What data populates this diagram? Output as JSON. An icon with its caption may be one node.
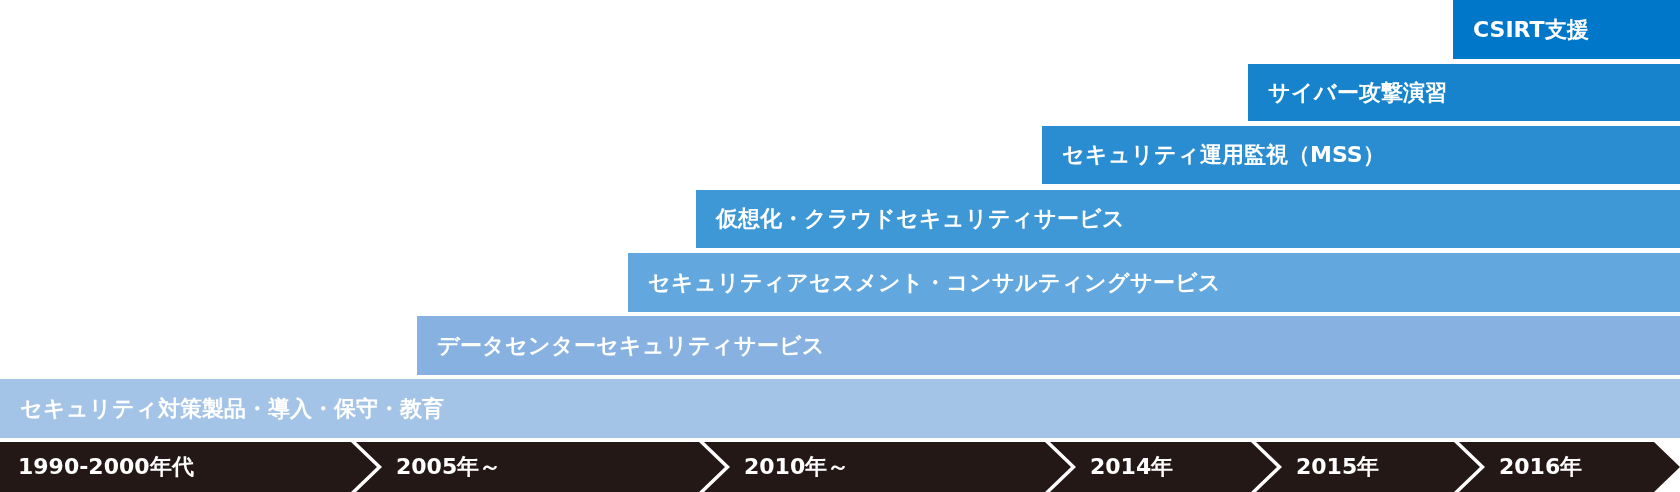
{
  "diagram": {
    "nodes": [
      {
        "text": [
          "CSIRT支援"
        ]
      },
      {
        "text": [
          "サイバー攻撃演習"
        ]
      },
      {
        "text": [
          "セキュリティ運用監視（MSS）"
        ]
      },
      {
        "text": [
          "仮想化・クラウドセキュリティサービス"
        ]
      },
      {
        "text": [
          "セキュリティアセスメント・コンサルティングサービス"
        ]
      },
      {
        "text": [
          "データセンターセキュリティサービス"
        ]
      },
      {
        "text": [
          "セキュリティ対策製品・導入・保守・教育"
        ]
      },
      {
        "text": [
          "1990-2000年代"
        ]
      },
      {
        "text": [
          "2005年～"
        ]
      },
      {
        "text": [
          "2010年～"
        ]
      },
      {
        "text": [
          "2014年"
        ]
      },
      {
        "text": [
          "2015年"
        ]
      },
      {
        "text": [
          "2016年"
        ]
      }
    ]
  }
}
